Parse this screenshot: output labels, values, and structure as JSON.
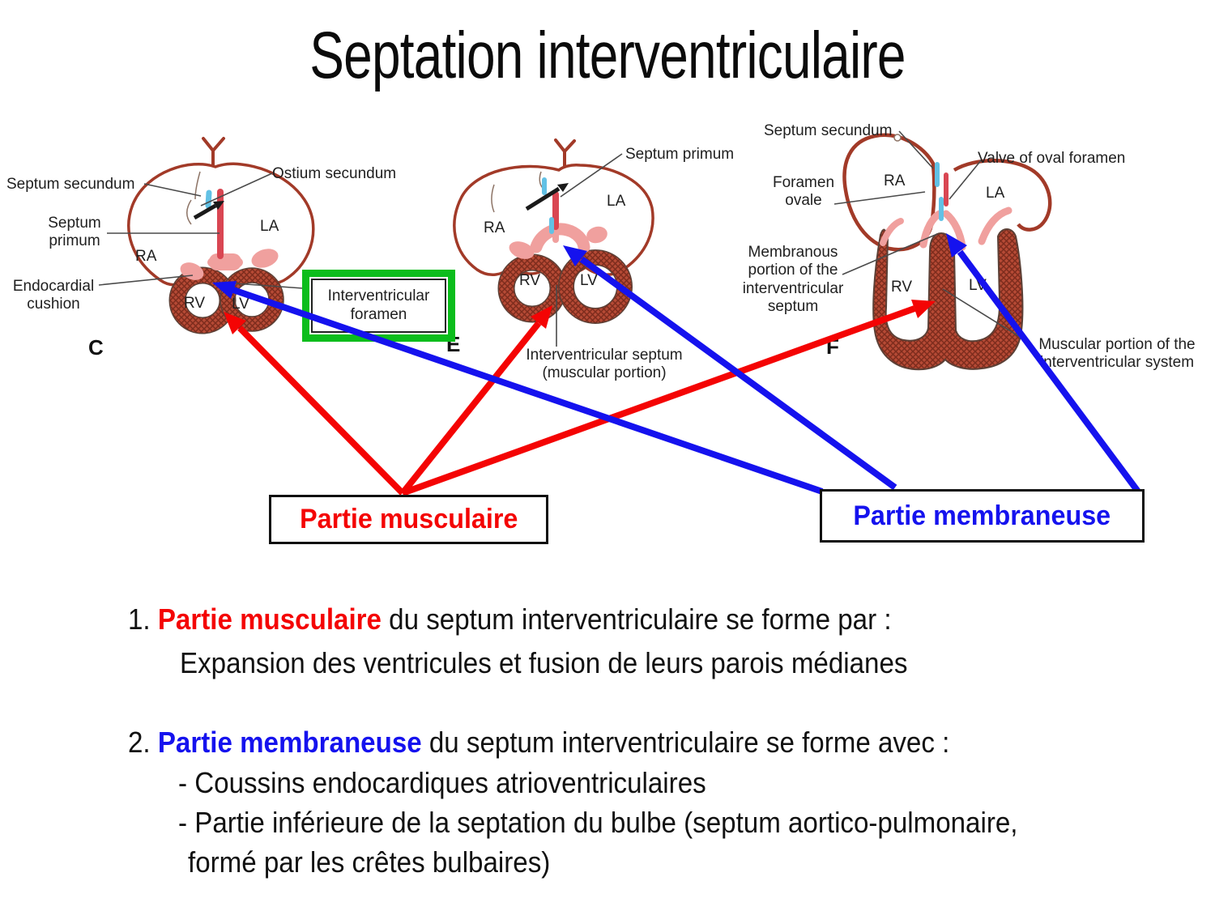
{
  "title": "Septation interventriculaire",
  "colors": {
    "accent_red": "#f40404",
    "accent_blue": "#1512ee",
    "accent_green": "#0cbd1c",
    "heart_outline": "#a23a28",
    "heart_muscle": "#b64a35",
    "heart_muscle_dark": "#5c4036",
    "hatch_line": "#7d2c1d",
    "cushion_pink": "#f0a09e",
    "sliver_red": "#d94652",
    "sliver_blue": "#62c1e5",
    "label_ink": "#1f1f1f",
    "leader_gray": "#4a4a4a"
  },
  "figure": {
    "c": {
      "letter": "C",
      "septum_secundum": "Septum secundum",
      "ostium_secundum": "Ostium secundum",
      "septum_primum_l1": "Septum",
      "septum_primum_l2": "primum",
      "ra": "RA",
      "la": "LA",
      "endocardial_l1": "Endocardial",
      "endocardial_l2": "cushion",
      "rv": "RV",
      "lv": "LV"
    },
    "e": {
      "letter": "E",
      "septum_primum": "Septum primum",
      "ra": "RA",
      "la": "LA",
      "rv": "RV",
      "lv": "LV",
      "iv_septum_l1": "Interventricular septum",
      "iv_septum_l2": "(muscular portion)"
    },
    "f": {
      "letter": "F",
      "septum_secundum": "Septum secundum",
      "valve_oval": "Valve of oval foramen",
      "foramen_l1": "Foramen",
      "foramen_l2": "ovale",
      "ra": "RA",
      "la": "LA",
      "membranous_l1": "Membranous",
      "membranous_l2": "portion of the",
      "membranous_l3": "interventricular",
      "membranous_l4": "septum",
      "rv": "RV",
      "lv": "LV",
      "muscular_l1": "Muscular portion of the",
      "muscular_l2": "interventricular system"
    },
    "foramen_box_l1": "Interventricular",
    "foramen_box_l2": "foramen"
  },
  "legend": {
    "muscular": "Partie musculaire",
    "membranous": "Partie membraneuse"
  },
  "notes": {
    "item1_num": "1. ",
    "item1_term": "Partie musculaire",
    "item1_rest": " du septum interventriculaire se forme par :",
    "item1_line2": "Expansion des ventricules et fusion de leurs parois médianes",
    "item2_num": "2. ",
    "item2_term": "Partie membraneuse",
    "item2_rest": " du septum interventriculaire se forme avec :",
    "item2_line2": "- Coussins endocardiques atrioventriculaires",
    "item2_line3": "- Partie inférieure de la septation du bulbe (septum aortico-pulmonaire,",
    "item2_line4": "formé par les crêtes bulbaires)"
  }
}
